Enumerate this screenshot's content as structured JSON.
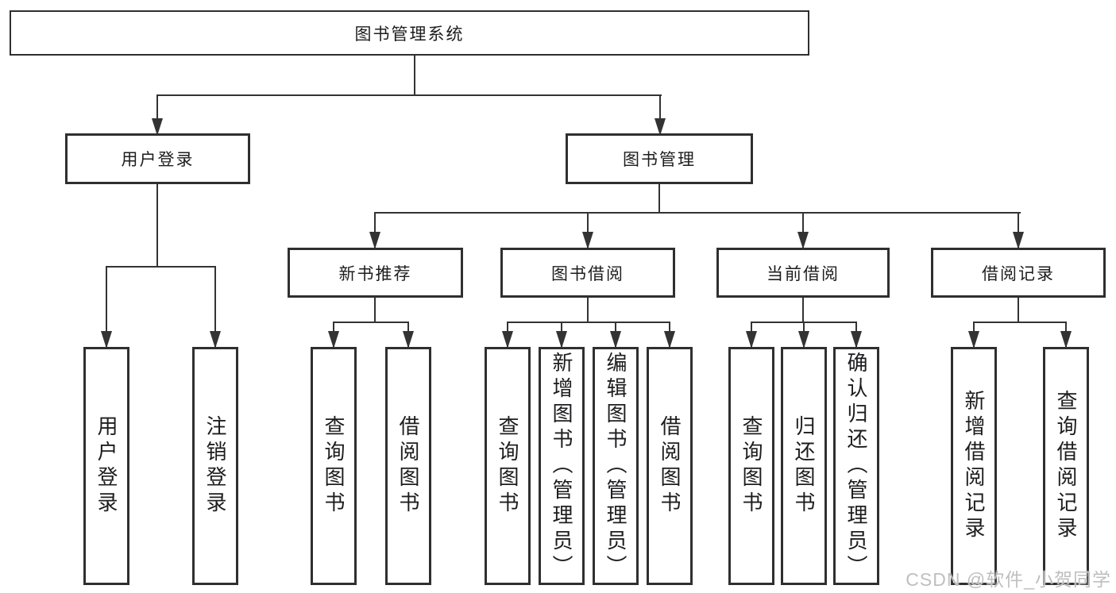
{
  "diagram": {
    "type": "hierarchy-tree",
    "tree": {
      "label": "图书管理系统",
      "children": [
        {
          "label": "用户登录",
          "children": [
            {
              "label": "用户登录"
            },
            {
              "label": "注销登录"
            }
          ]
        },
        {
          "label": "图书管理",
          "children": [
            {
              "label": "新书推荐",
              "children": [
                {
                  "label": "查询图书"
                },
                {
                  "label": "借阅图书"
                }
              ]
            },
            {
              "label": "图书借阅",
              "children": [
                {
                  "label": "查询图书"
                },
                {
                  "label": "新增图书（管理员）"
                },
                {
                  "label": "编辑图书（管理员）"
                },
                {
                  "label": "借阅图书"
                }
              ]
            },
            {
              "label": "当前借阅",
              "children": [
                {
                  "label": "查询图书"
                },
                {
                  "label": "归还图书"
                },
                {
                  "label": "确认归还（管理员）"
                }
              ]
            },
            {
              "label": "借阅记录",
              "children": [
                {
                  "label": "新增借阅记录"
                },
                {
                  "label": "查询借阅记录"
                }
              ]
            }
          ]
        }
      ]
    },
    "colors": {
      "line": "#333333",
      "border": "#2f2f2f",
      "text": "#1d1d1f",
      "background": "#ffffff",
      "watermark": "#bfbfbf"
    }
  },
  "watermark": {
    "text": "CSDN @软件_小贺同学"
  }
}
